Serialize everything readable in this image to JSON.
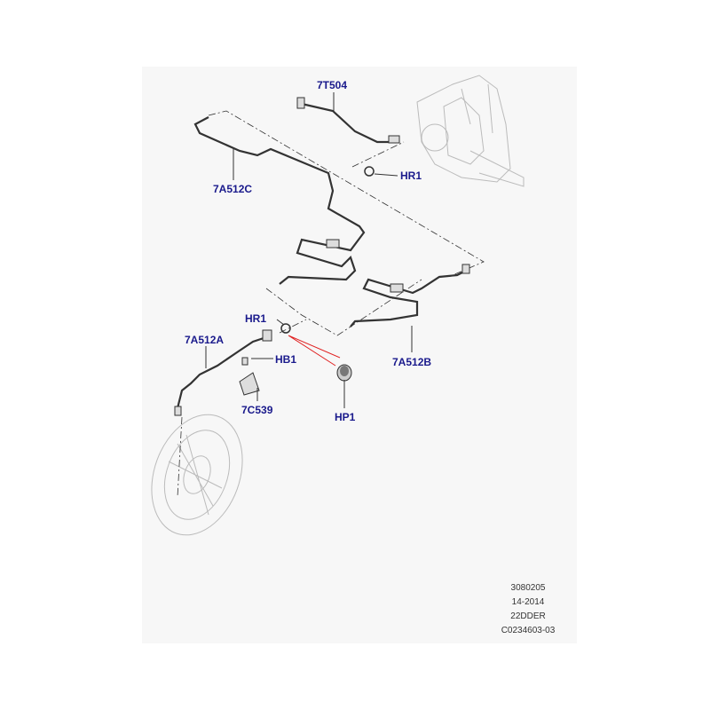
{
  "callouts": {
    "c7T504": "7T504",
    "c7A512C": "7A512C",
    "cHR1_top": "HR1",
    "cHR1_low": "HR1",
    "c7A512A": "7A512A",
    "cHB1": "HB1",
    "c7A512B": "7A512B",
    "c7C539": "7C539",
    "cHP1": "HP1"
  },
  "meta": {
    "line1": "3080205",
    "line2": "14-2014",
    "line3": "22DDER",
    "line4": "C0234603-03"
  },
  "colors": {
    "callout": "#1a1a8c",
    "highlight": "#e02020",
    "part": "#333333",
    "ghost": "#bbbbbb"
  }
}
